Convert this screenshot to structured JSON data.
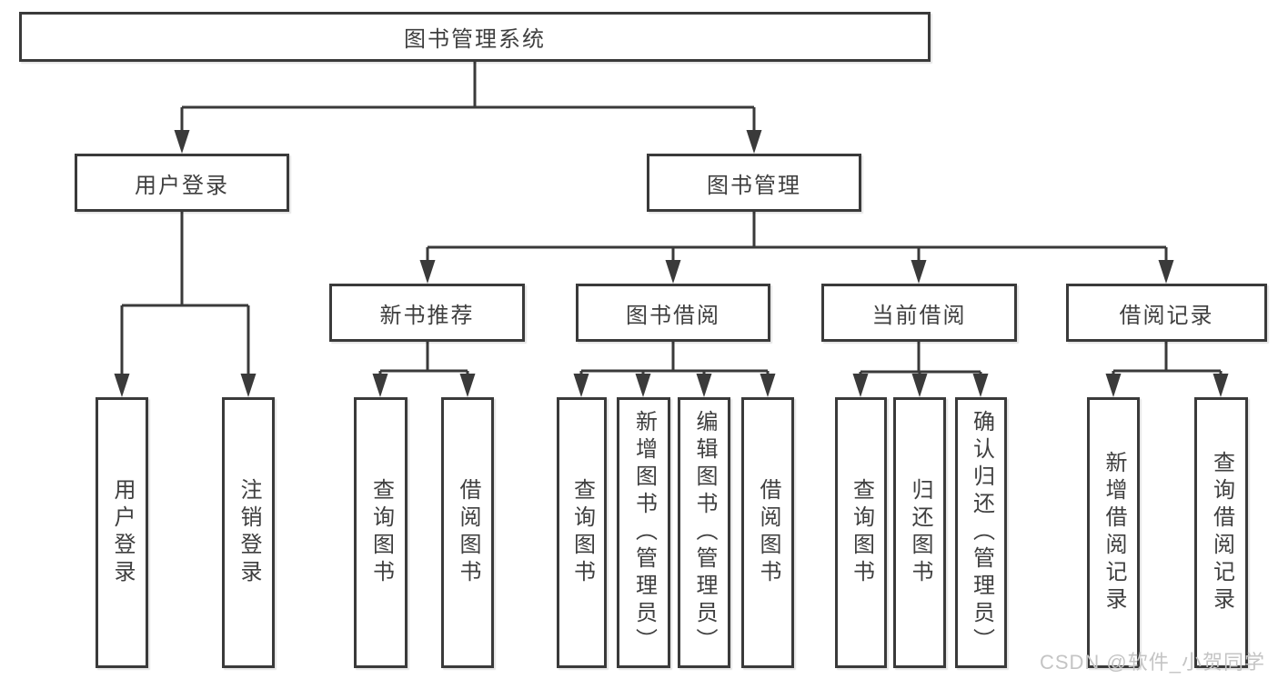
{
  "diagram": {
    "title": "图书管理系统",
    "nodes": {
      "system": "图书管理系统",
      "user_login": "用户登录",
      "book_management": "图书管理",
      "new_book_recommend": "新书推荐",
      "book_borrowing": "图书借阅",
      "current_borrowing": "当前借阅",
      "borrowing_records": "借阅记录",
      "leaf_user_login": "用户登录",
      "leaf_logout": "注销登录",
      "leaf_nbr_query_books": "查询图书",
      "leaf_nbr_borrow_books": "借阅图书",
      "leaf_bb_query_books": "查询图书",
      "leaf_bb_add_books": "新增图书（管理员）",
      "leaf_bb_edit_books": "编辑图书（管理员）",
      "leaf_bb_borrow_books": "借阅图书",
      "leaf_cb_query_books": "查询图书",
      "leaf_cb_return_books": "归还图书",
      "leaf_cb_confirm_return": "确认归还（管理员）",
      "leaf_br_add_record": "新增借阅记录",
      "leaf_br_query_record": "查询借阅记录"
    },
    "edges": [
      [
        "system",
        "user_login"
      ],
      [
        "system",
        "book_management"
      ],
      [
        "user_login",
        "leaf_user_login"
      ],
      [
        "user_login",
        "leaf_logout"
      ],
      [
        "book_management",
        "new_book_recommend"
      ],
      [
        "book_management",
        "book_borrowing"
      ],
      [
        "book_management",
        "current_borrowing"
      ],
      [
        "book_management",
        "borrowing_records"
      ],
      [
        "new_book_recommend",
        "leaf_nbr_query_books"
      ],
      [
        "new_book_recommend",
        "leaf_nbr_borrow_books"
      ],
      [
        "book_borrowing",
        "leaf_bb_query_books"
      ],
      [
        "book_borrowing",
        "leaf_bb_add_books"
      ],
      [
        "book_borrowing",
        "leaf_bb_edit_books"
      ],
      [
        "book_borrowing",
        "leaf_bb_borrow_books"
      ],
      [
        "current_borrowing",
        "leaf_cb_query_books"
      ],
      [
        "current_borrowing",
        "leaf_cb_return_books"
      ],
      [
        "current_borrowing",
        "leaf_cb_confirm_return"
      ],
      [
        "borrowing_records",
        "leaf_br_add_record"
      ],
      [
        "borrowing_records",
        "leaf_br_query_record"
      ]
    ]
  },
  "watermark": "CSDN @软件_小贺同学",
  "colors": {
    "line": "#3a3a3a",
    "text": "#3f3f3f",
    "watermark": "#c4c4c4",
    "background": "#ffffff"
  }
}
